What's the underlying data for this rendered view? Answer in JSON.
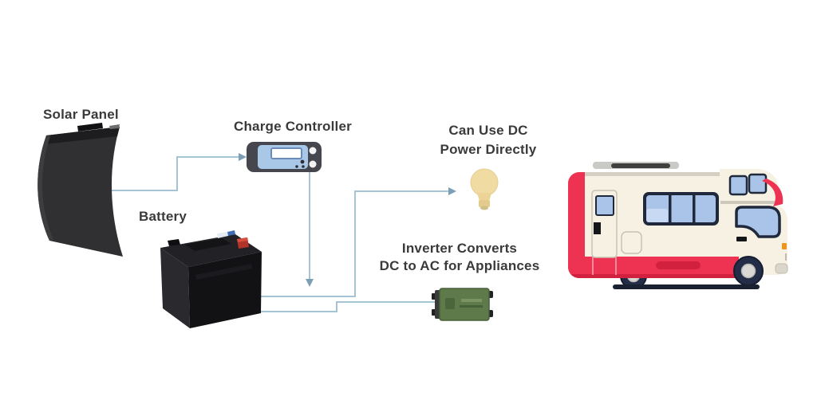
{
  "diagram": {
    "background": "#ffffff",
    "nodes": {
      "solar_panel": {
        "label": "Solar Panel",
        "icon": "flexible-solar-panel-illustration",
        "color": "#303032"
      },
      "charge_controller": {
        "label": "Charge Controller",
        "icon": "charge-controller-illustration",
        "color": "#a9c8e8",
        "body_color": "#46464e"
      },
      "battery": {
        "label": "Battery",
        "icon": "car-battery-illustration",
        "color": "#121215"
      },
      "dc_load": {
        "label_line1": "Can Use DC",
        "label_line2": "Power Directly",
        "icon": "light-bulb-illustration",
        "color": "#f0dca3"
      },
      "inverter": {
        "label_line1": "Inverter Converts",
        "label_line2": "DC to AC for Appliances",
        "icon": "inverter-illustration",
        "color": "#5f7a4a"
      },
      "rv": {
        "icon": "rv-camper-illustration",
        "body_color": "#f6f1e2",
        "accent_color": "#ee3352",
        "accent_dark": "#d2203f",
        "window_color": "#a9c4e8",
        "window_frame": "#20293b"
      }
    },
    "connectors": {
      "color": "#a6c4d5",
      "arrow_color": "#7d9fb5",
      "edges": [
        {
          "from": "solar_panel",
          "to": "charge_controller",
          "arrow": true
        },
        {
          "from": "charge_controller",
          "to": "battery",
          "arrow": true
        },
        {
          "from": "battery",
          "to": "dc_load",
          "arrow": true
        },
        {
          "from": "battery",
          "to": "inverter",
          "arrow": false
        }
      ]
    }
  }
}
